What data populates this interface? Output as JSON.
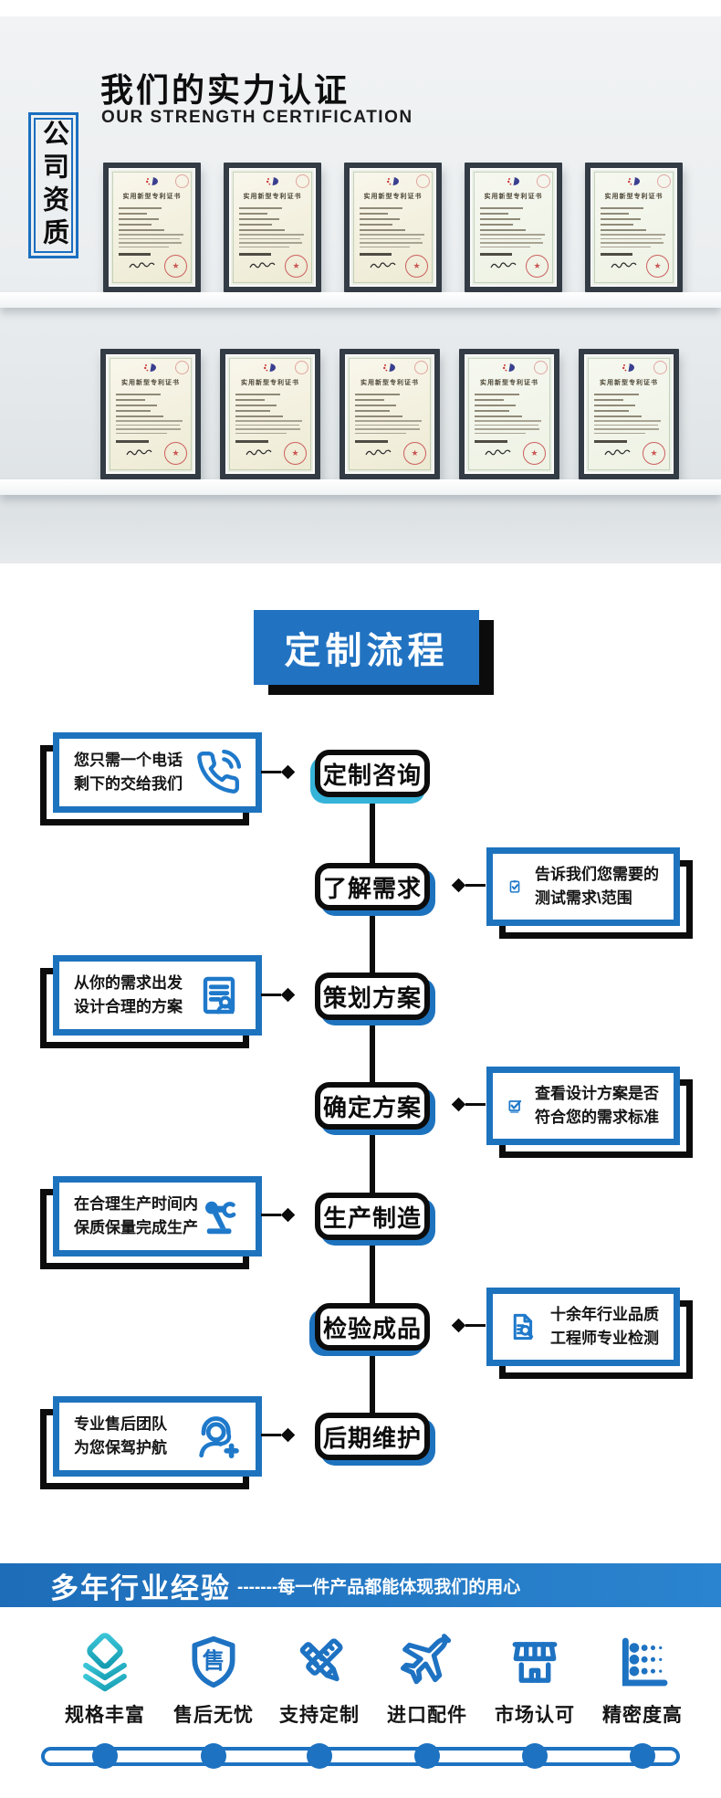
{
  "theme": {
    "blue": "#1e73be",
    "cyan": "#36b3d9",
    "teal": "#1ba7ba",
    "black": "#0c0c0c",
    "banner_blue": "#2478c8"
  },
  "header": {
    "title": "我们的实力认证",
    "subtitle": "OUR STRENGTH CERTIFICATION",
    "side_label": "公司资质"
  },
  "certificates": {
    "title": "实用新型专利证书",
    "rows": [
      {
        "count": 5
      },
      {
        "count": 5
      }
    ]
  },
  "process": {
    "title": "定制流程",
    "steps": [
      {
        "label": "定制咨询",
        "side": "left",
        "icon": "phone-icon",
        "note_line1": "您只需一个电话",
        "note_line2": "剩下的交给我们"
      },
      {
        "label": "了解需求",
        "side": "right",
        "icon": "clipboard-check-icon",
        "note_line1": "告诉我们您需要的",
        "note_line2": "测试需求\\范围"
      },
      {
        "label": "策划方案",
        "side": "left",
        "icon": "resume-icon",
        "note_line1": "从你的需求出发",
        "note_line2": "设计合理的方案"
      },
      {
        "label": "确定方案",
        "side": "right",
        "icon": "checkbox-icon",
        "note_line1": "查看设计方案是否",
        "note_line2": "符合您的需求标准"
      },
      {
        "label": "生产制造",
        "side": "left",
        "icon": "robot-arm-icon",
        "note_line1": "在合理生产时间内",
        "note_line2": "保质保量完成生产"
      },
      {
        "label": "检验成品",
        "side": "right",
        "icon": "doc-search-icon",
        "note_line1": "十余年行业品质",
        "note_line2": "工程师专业检测"
      },
      {
        "label": "后期维护",
        "side": "left",
        "icon": "headset-person-icon",
        "note_line1": "专业售后团队",
        "note_line2": "为您保驾护航"
      }
    ]
  },
  "banner": {
    "title": "多年行业经验",
    "tagline": "-------每一件产品都能体现我们的用心"
  },
  "features": [
    {
      "label": "规格丰富",
      "icon": "layers-icon"
    },
    {
      "label": "售后无忧",
      "icon": "shield-icon",
      "icon_char": "售"
    },
    {
      "label": "支持定制",
      "icon": "ruler-pencil-icon"
    },
    {
      "label": "进口配件",
      "icon": "plane-icon"
    },
    {
      "label": "市场认可",
      "icon": "storefront-icon"
    },
    {
      "label": "精密度高",
      "icon": "precision-dots-icon"
    }
  ]
}
